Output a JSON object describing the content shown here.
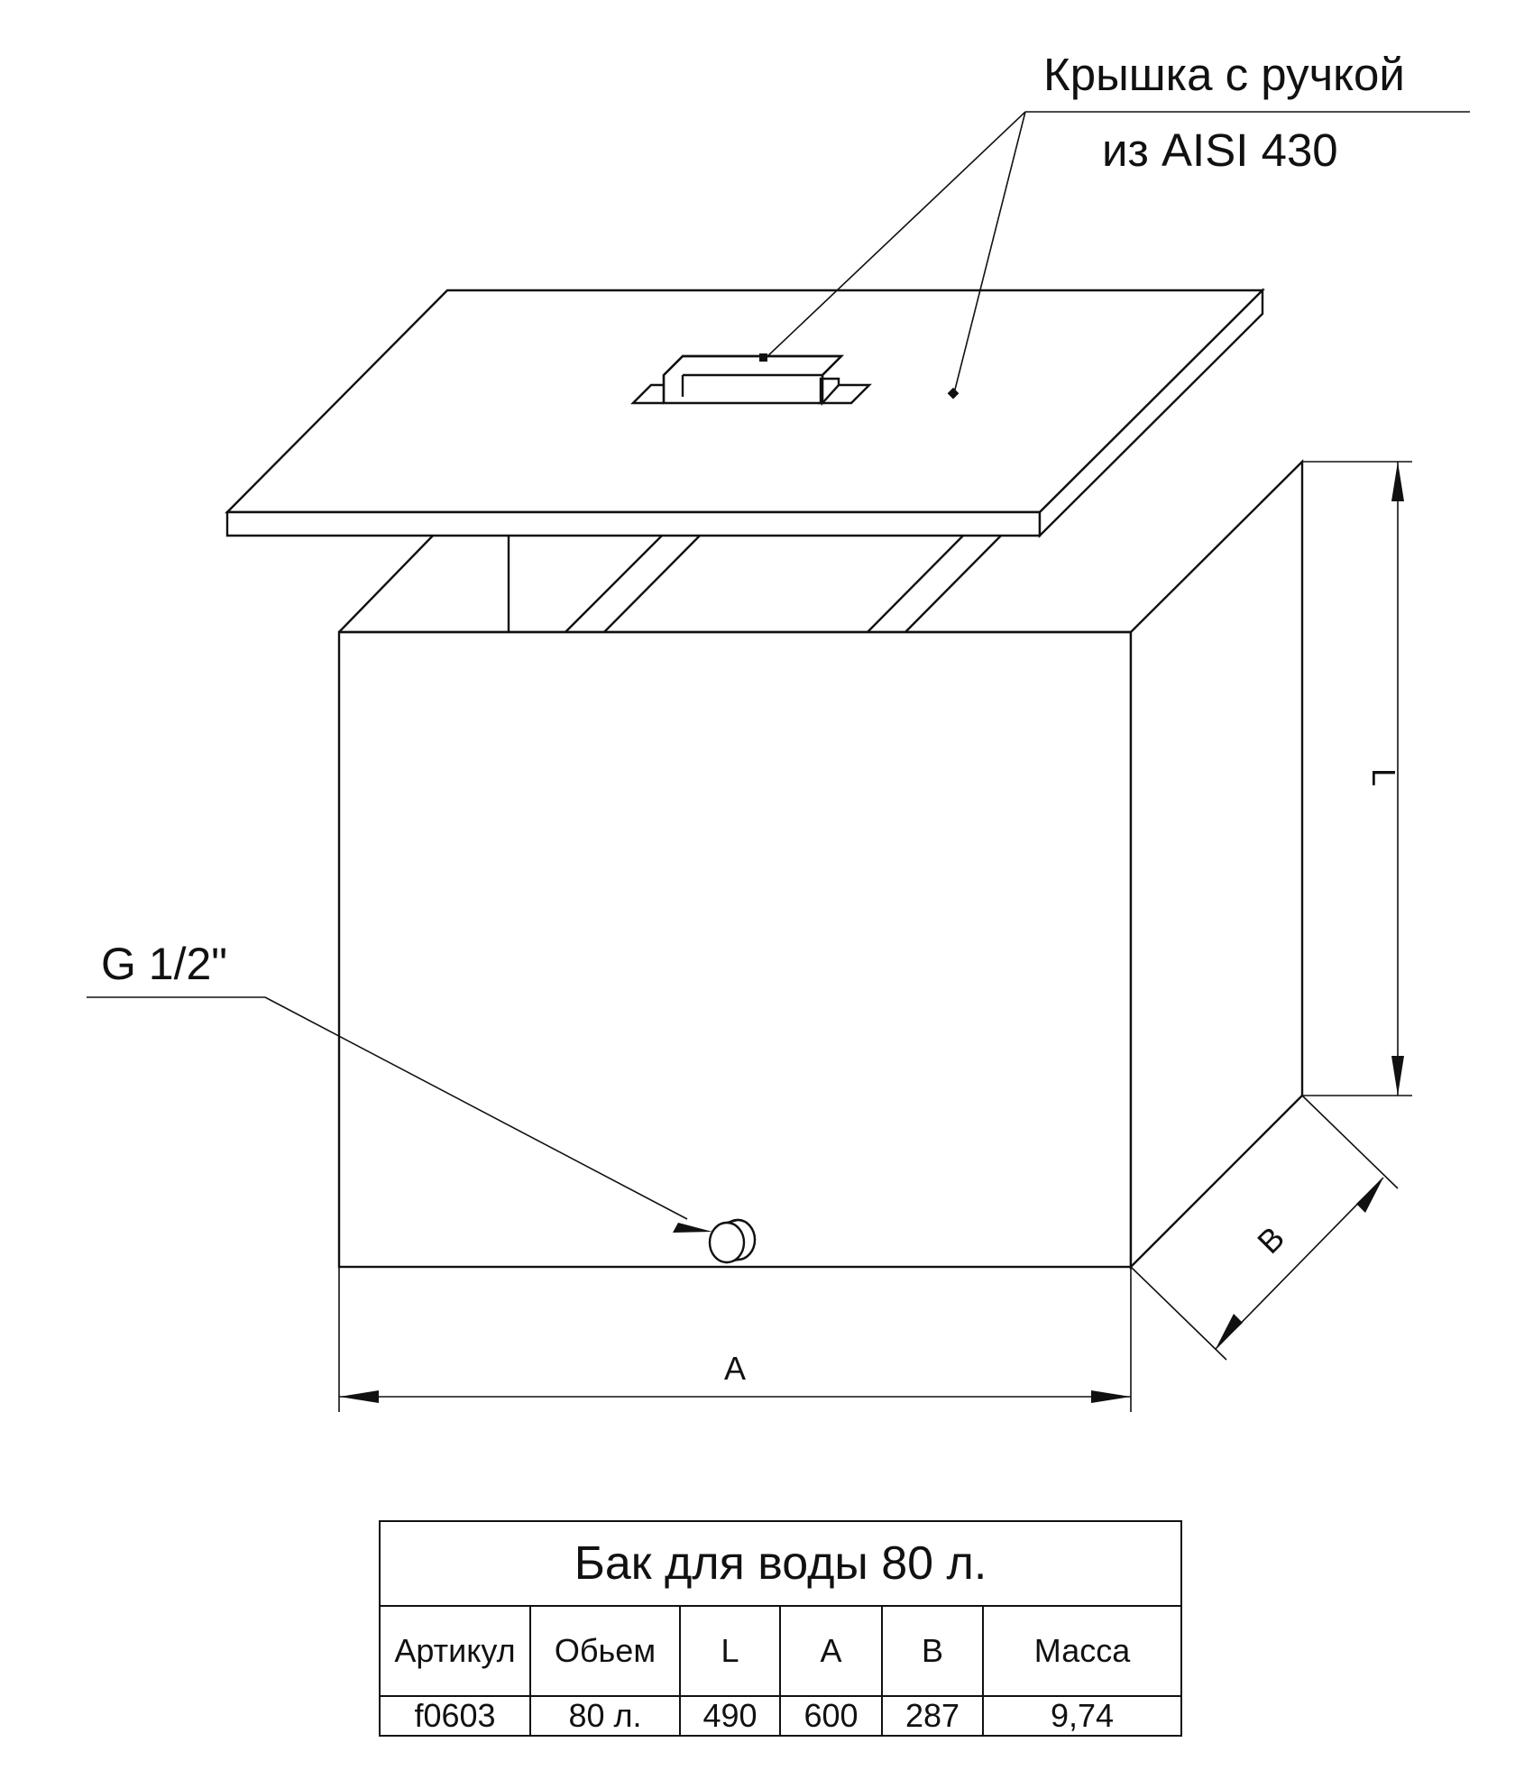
{
  "callouts": {
    "lid_line1": "Крышка с ручкой",
    "lid_line2": "из AISI 430",
    "fitting": "G 1/2\""
  },
  "dimensions": {
    "height": "L",
    "width": "A",
    "depth": "B"
  },
  "table": {
    "title": "Бак для воды 80 л.",
    "headers": [
      "Артикул",
      "Обьем",
      "L",
      "A",
      "B",
      "Масса"
    ],
    "rows": [
      [
        "f0603",
        "80 л.",
        "490",
        "600",
        "287",
        "9,74"
      ]
    ]
  },
  "colors": {
    "line": "#111111",
    "background": "#ffffff"
  }
}
